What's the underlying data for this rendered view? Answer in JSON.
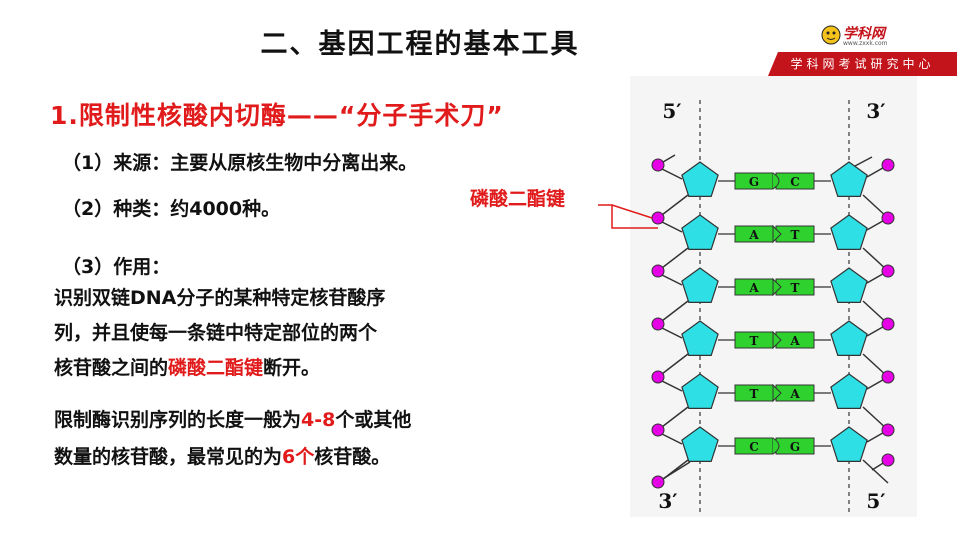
{
  "title": "二、基因工程的基本工具",
  "logo": {
    "name": "学科网",
    "url": "www.zxxk.com",
    "tagline": "学科网考试研究中心"
  },
  "heading": "1.限制性核酸内切酶——“分子手术刀”",
  "source": "（1）来源：主要从原核生物中分离出来。",
  "types": "（2）种类：约4000种。",
  "function_title": "（3）作用：",
  "function_lines": {
    "l1": "识别双链DNA分子的某种特定核苷酸序",
    "l2": "列，并且使每一条链中特定部位的两个",
    "l3_pre": "核苷酸之间的",
    "l3_hl": "磷酸二酯键",
    "l3_post": "断开。"
  },
  "recognition": {
    "l1_pre": "限制酶识别序列的长度一般为",
    "l1_hl": "4-8",
    "l1_post": "个或其他",
    "l2_pre": "数量的核苷酸，最常见的为",
    "l2_hl": "6个",
    "l2_post": "核苷酸。"
  },
  "diagram": {
    "bond_label": "磷酸二酯键",
    "end_labels": {
      "top_left": "5′",
      "top_right": "3′",
      "bottom_left": "3′",
      "bottom_right": "5′"
    },
    "pairs": [
      {
        "left": "G",
        "right": "C"
      },
      {
        "left": "A",
        "right": "T"
      },
      {
        "left": "A",
        "right": "T"
      },
      {
        "left": "T",
        "right": "A"
      },
      {
        "left": "T",
        "right": "A"
      },
      {
        "left": "C",
        "right": "G"
      }
    ],
    "colors": {
      "sugar": "#2ee0e6",
      "phosphate": "#e600e6",
      "base": "#2fd12f",
      "label": "#e11b1b"
    }
  }
}
